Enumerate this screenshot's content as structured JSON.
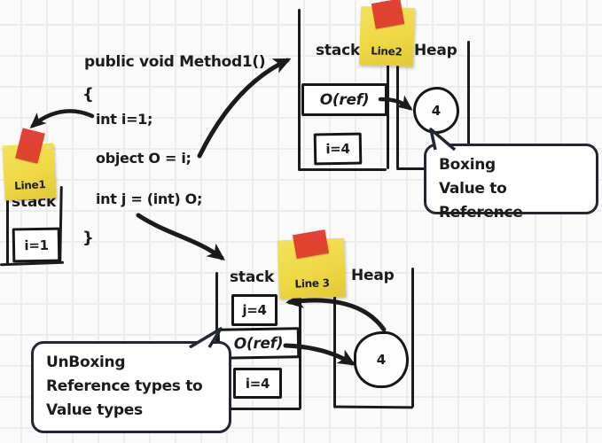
{
  "code": {
    "signature": "public void Method1()",
    "open_brace": "{",
    "stmt_int_i": "int i=1;",
    "stmt_object_o": "object O = i;",
    "stmt_int_j": "int j = (int) O;",
    "close_brace": "}"
  },
  "notes": {
    "line1": "Line1",
    "line2": "Line2",
    "line3": "Line 3"
  },
  "left_stack": {
    "label": "stack",
    "cell_i": "i=1"
  },
  "top_stack": {
    "label": "stack",
    "cell_oref": "O(ref)",
    "cell_i": "i=4"
  },
  "top_heap": {
    "label": "Heap",
    "boxed_value": "4"
  },
  "bottom_stack": {
    "label": "stack",
    "cell_j": "j=4",
    "cell_oref": "O(ref)",
    "cell_i": "i=4"
  },
  "bottom_heap": {
    "label": "Heap",
    "boxed_value": "4"
  },
  "callouts": {
    "boxing": {
      "line1": "Boxing",
      "line2": "Value to Reference"
    },
    "unboxing": {
      "line1": "UnBoxing",
      "line2": "Reference types to",
      "line3": "Value types"
    }
  },
  "colors": {
    "ink": "#1b1b1d",
    "note_yellow": "#eed844",
    "tape_red": "#df3a2c",
    "paper": "#fafafa",
    "grid_line": "#ececec",
    "bubble_border": "#232733"
  }
}
